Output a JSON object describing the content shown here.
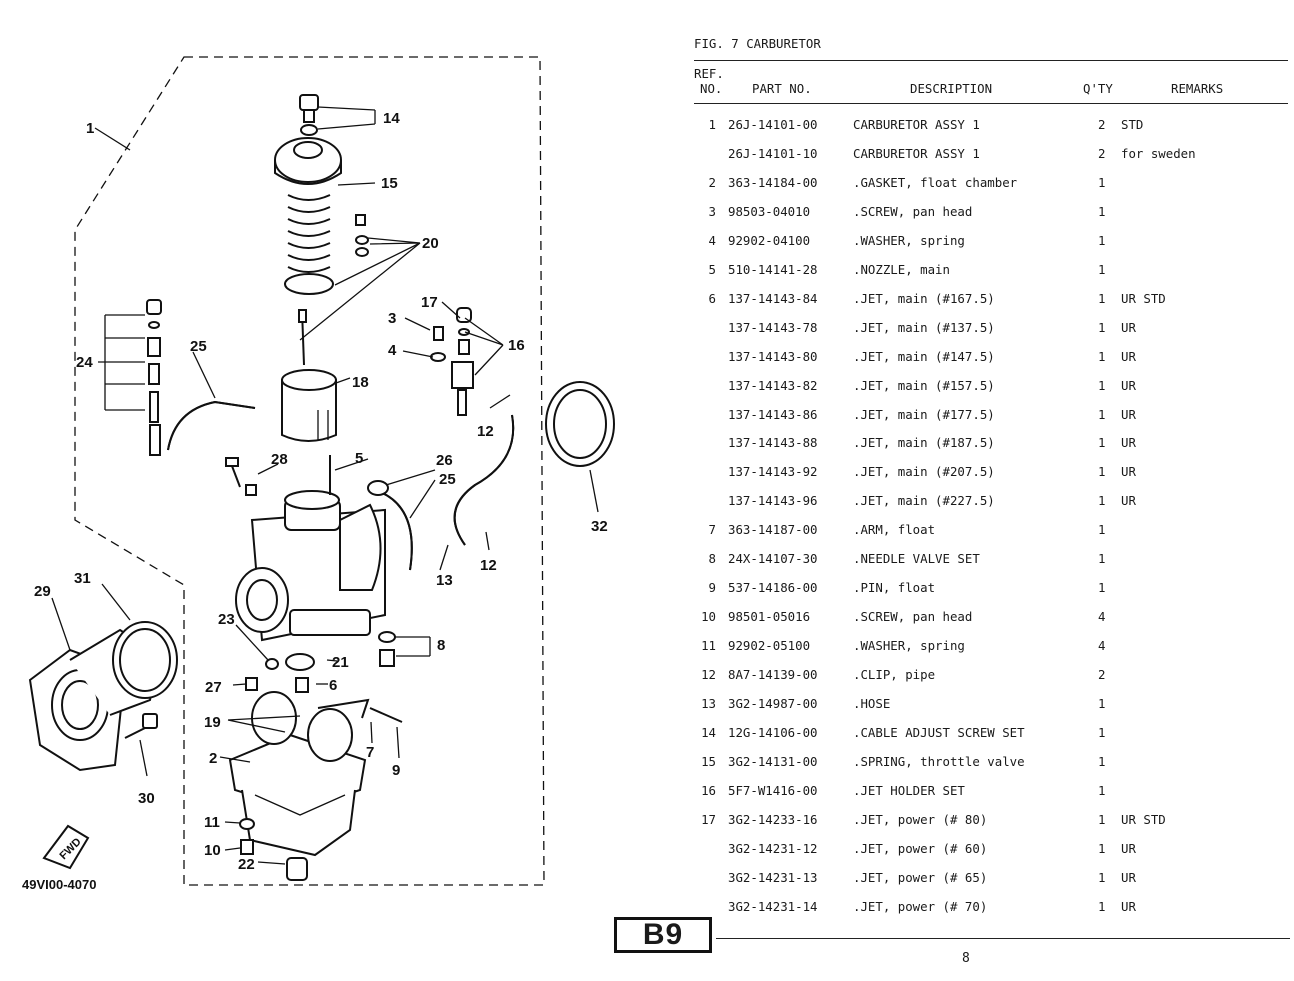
{
  "diagram": {
    "model_code": "49VI00-4070",
    "fwd_label": "FWD",
    "callouts": {
      "c1": "1",
      "c2": "2",
      "c3": "3",
      "c4": "4",
      "c5": "5",
      "c6": "6",
      "c7": "7",
      "c8": "8",
      "c9": "9",
      "c10": "10",
      "c11": "11",
      "c12a": "12",
      "c12b": "12",
      "c13": "13",
      "c14": "14",
      "c15": "15",
      "c16": "16",
      "c17": "17",
      "c18": "18",
      "c19": "19",
      "c20": "20",
      "c21": "21",
      "c22": "22",
      "c23": "23",
      "c24": "24",
      "c25a": "25",
      "c25b": "25",
      "c26": "26",
      "c27": "27",
      "c28": "28",
      "c29": "29",
      "c30": "30",
      "c31": "31",
      "c32": "32"
    }
  },
  "parts_list": {
    "figure_title": "FIG.  7  CARBURETOR",
    "headers": {
      "ref_line1": "REF.",
      "ref_line2": "NO.",
      "part_no": "PART NO.",
      "description": "DESCRIPTION",
      "qty": "Q'TY",
      "remarks": "REMARKS"
    },
    "rows": [
      {
        "ref": "1",
        "part_no": "26J-14101-00",
        "desc": "CARBURETOR ASSY 1",
        "qty": "2",
        "remarks": "STD"
      },
      {
        "ref": "",
        "part_no": "26J-14101-10",
        "desc": "CARBURETOR ASSY 1",
        "qty": "2",
        "remarks": "for sweden"
      },
      {
        "ref": "2",
        "part_no": "363-14184-00",
        "desc": ".GASKET, float chamber",
        "qty": "1",
        "remarks": ""
      },
      {
        "ref": "3",
        "part_no": "98503-04010",
        "desc": ".SCREW, pan head",
        "qty": "1",
        "remarks": ""
      },
      {
        "ref": "4",
        "part_no": "92902-04100",
        "desc": ".WASHER, spring",
        "qty": "1",
        "remarks": ""
      },
      {
        "ref": "5",
        "part_no": "510-14141-28",
        "desc": ".NOZZLE, main",
        "qty": "1",
        "remarks": ""
      },
      {
        "ref": "6",
        "part_no": "137-14143-84",
        "desc": ".JET, main (#167.5)",
        "qty": "1",
        "remarks": "UR STD"
      },
      {
        "ref": "",
        "part_no": "137-14143-78",
        "desc": ".JET, main (#137.5)",
        "qty": "1",
        "remarks": "UR"
      },
      {
        "ref": "",
        "part_no": "137-14143-80",
        "desc": ".JET, main (#147.5)",
        "qty": "1",
        "remarks": "UR"
      },
      {
        "ref": "",
        "part_no": "137-14143-82",
        "desc": ".JET, main (#157.5)",
        "qty": "1",
        "remarks": "UR"
      },
      {
        "ref": "",
        "part_no": "137-14143-86",
        "desc": ".JET, main (#177.5)",
        "qty": "1",
        "remarks": "UR"
      },
      {
        "ref": "",
        "part_no": "137-14143-88",
        "desc": ".JET, main (#187.5)",
        "qty": "1",
        "remarks": "UR"
      },
      {
        "ref": "",
        "part_no": "137-14143-92",
        "desc": ".JET, main (#207.5)",
        "qty": "1",
        "remarks": "UR"
      },
      {
        "ref": "",
        "part_no": "137-14143-96",
        "desc": ".JET, main (#227.5)",
        "qty": "1",
        "remarks": "UR"
      },
      {
        "ref": "7",
        "part_no": "363-14187-00",
        "desc": ".ARM, float",
        "qty": "1",
        "remarks": ""
      },
      {
        "ref": "8",
        "part_no": "24X-14107-30",
        "desc": ".NEEDLE VALVE SET",
        "qty": "1",
        "remarks": ""
      },
      {
        "ref": "9",
        "part_no": "537-14186-00",
        "desc": ".PIN, float",
        "qty": "1",
        "remarks": ""
      },
      {
        "ref": "10",
        "part_no": "98501-05016",
        "desc": ".SCREW, pan head",
        "qty": "4",
        "remarks": ""
      },
      {
        "ref": "11",
        "part_no": "92902-05100",
        "desc": ".WASHER, spring",
        "qty": "4",
        "remarks": ""
      },
      {
        "ref": "12",
        "part_no": "8A7-14139-00",
        "desc": ".CLIP, pipe",
        "qty": "2",
        "remarks": ""
      },
      {
        "ref": "13",
        "part_no": "3G2-14987-00",
        "desc": ".HOSE",
        "qty": "1",
        "remarks": ""
      },
      {
        "ref": "14",
        "part_no": "12G-14106-00",
        "desc": ".CABLE ADJUST SCREW SET",
        "qty": "1",
        "remarks": ""
      },
      {
        "ref": "15",
        "part_no": "3G2-14131-00",
        "desc": ".SPRING, throttle valve",
        "qty": "1",
        "remarks": ""
      },
      {
        "ref": "16",
        "part_no": "5F7-W1416-00",
        "desc": ".JET HOLDER SET",
        "qty": "1",
        "remarks": ""
      },
      {
        "ref": "17",
        "part_no": "3G2-14233-16",
        "desc": ".JET, power (# 80)",
        "qty": "1",
        "remarks": "UR STD"
      },
      {
        "ref": "",
        "part_no": "3G2-14231-12",
        "desc": ".JET, power (# 60)",
        "qty": "1",
        "remarks": "UR"
      },
      {
        "ref": "",
        "part_no": "3G2-14231-13",
        "desc": ".JET, power (# 65)",
        "qty": "1",
        "remarks": "UR"
      },
      {
        "ref": "",
        "part_no": "3G2-14231-14",
        "desc": ".JET, power (# 70)",
        "qty": "1",
        "remarks": "UR"
      }
    ]
  },
  "footer": {
    "badge": "B9",
    "page_number": "8"
  }
}
